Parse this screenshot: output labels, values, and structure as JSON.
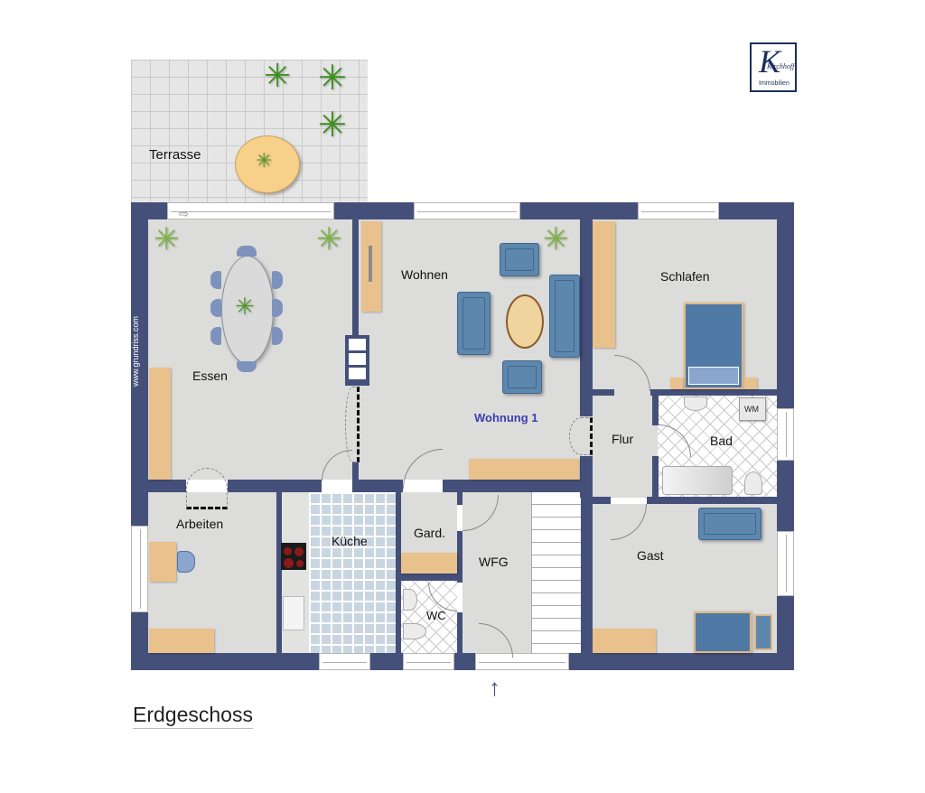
{
  "logo": {
    "brand_script": "Kirchhoff",
    "brand_sub": "Immobilien",
    "letter": "K",
    "color": "#1c2f5c"
  },
  "watermark": "www.grundriss.com",
  "floor_title": "Erdgeschoss",
  "unit_label": "Wohnung 1",
  "rooms": {
    "terrasse": "Terrasse",
    "essen": "Essen",
    "wohnen": "Wohnen",
    "schlafen": "Schlafen",
    "flur": "Flur",
    "bad": "Bad",
    "arbeiten": "Arbeiten",
    "kueche": "Küche",
    "gard": "Gard.",
    "wfg": "WFG",
    "wc": "WC",
    "gast": "Gast"
  },
  "appliances": {
    "washing_machine": "WM"
  },
  "icons": {
    "entrance_arrow": "↑",
    "plant": "✳",
    "terrace_door_arrow": "⇨"
  },
  "colors": {
    "wall": "#45507a",
    "floor": "#dcdcda",
    "wood": "#e9c18c",
    "furniture_blue": "#5d87ad",
    "unit_label": "#3a3fb0",
    "terrace_tile": "#e4e4e4"
  }
}
